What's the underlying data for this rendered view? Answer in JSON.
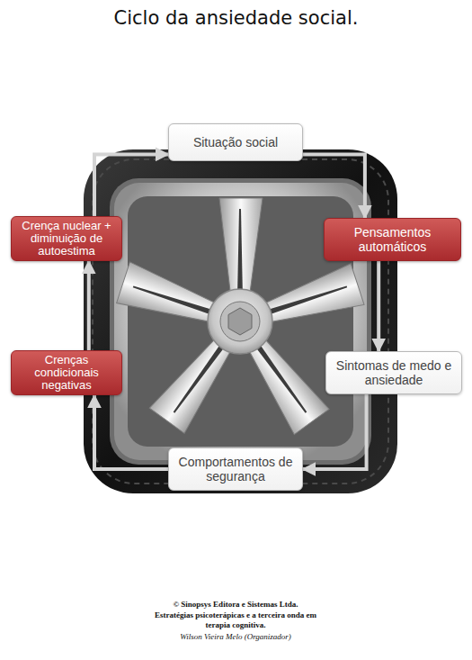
{
  "diagram": {
    "title": "Ciclo da ansiedade social.",
    "nodes": [
      {
        "text": [
          "Situação social"
        ]
      },
      {
        "text": [
          "Pensamentos automáticos"
        ]
      },
      {
        "text": [
          "Sintomas de medo e ansiedade"
        ]
      },
      {
        "text": [
          "Comportamentos de segurança"
        ]
      },
      {
        "text": [
          "Crenças condicionais negativas"
        ]
      },
      {
        "text": [
          "Crença nuclear + diminuição de autoestima"
        ]
      }
    ],
    "edges": [
      {
        "from": 0,
        "to": 1,
        "arrow": "to"
      },
      {
        "from": 1,
        "to": 2,
        "arrow": "to"
      },
      {
        "from": 2,
        "to": 3,
        "arrow": "to"
      },
      {
        "from": 3,
        "to": 4,
        "arrow": "to"
      },
      {
        "from": 4,
        "to": 5,
        "arrow": "to"
      },
      {
        "from": 5,
        "to": 0,
        "arrow": "to"
      }
    ],
    "labels": [
      "© Sinopsys Editora e Sistemas Ltda.",
      "Estratégias psicoterápicas e a terceira onda em terapia cognitiva.",
      "Wilson Vieira Melo (Organizador)"
    ]
  }
}
